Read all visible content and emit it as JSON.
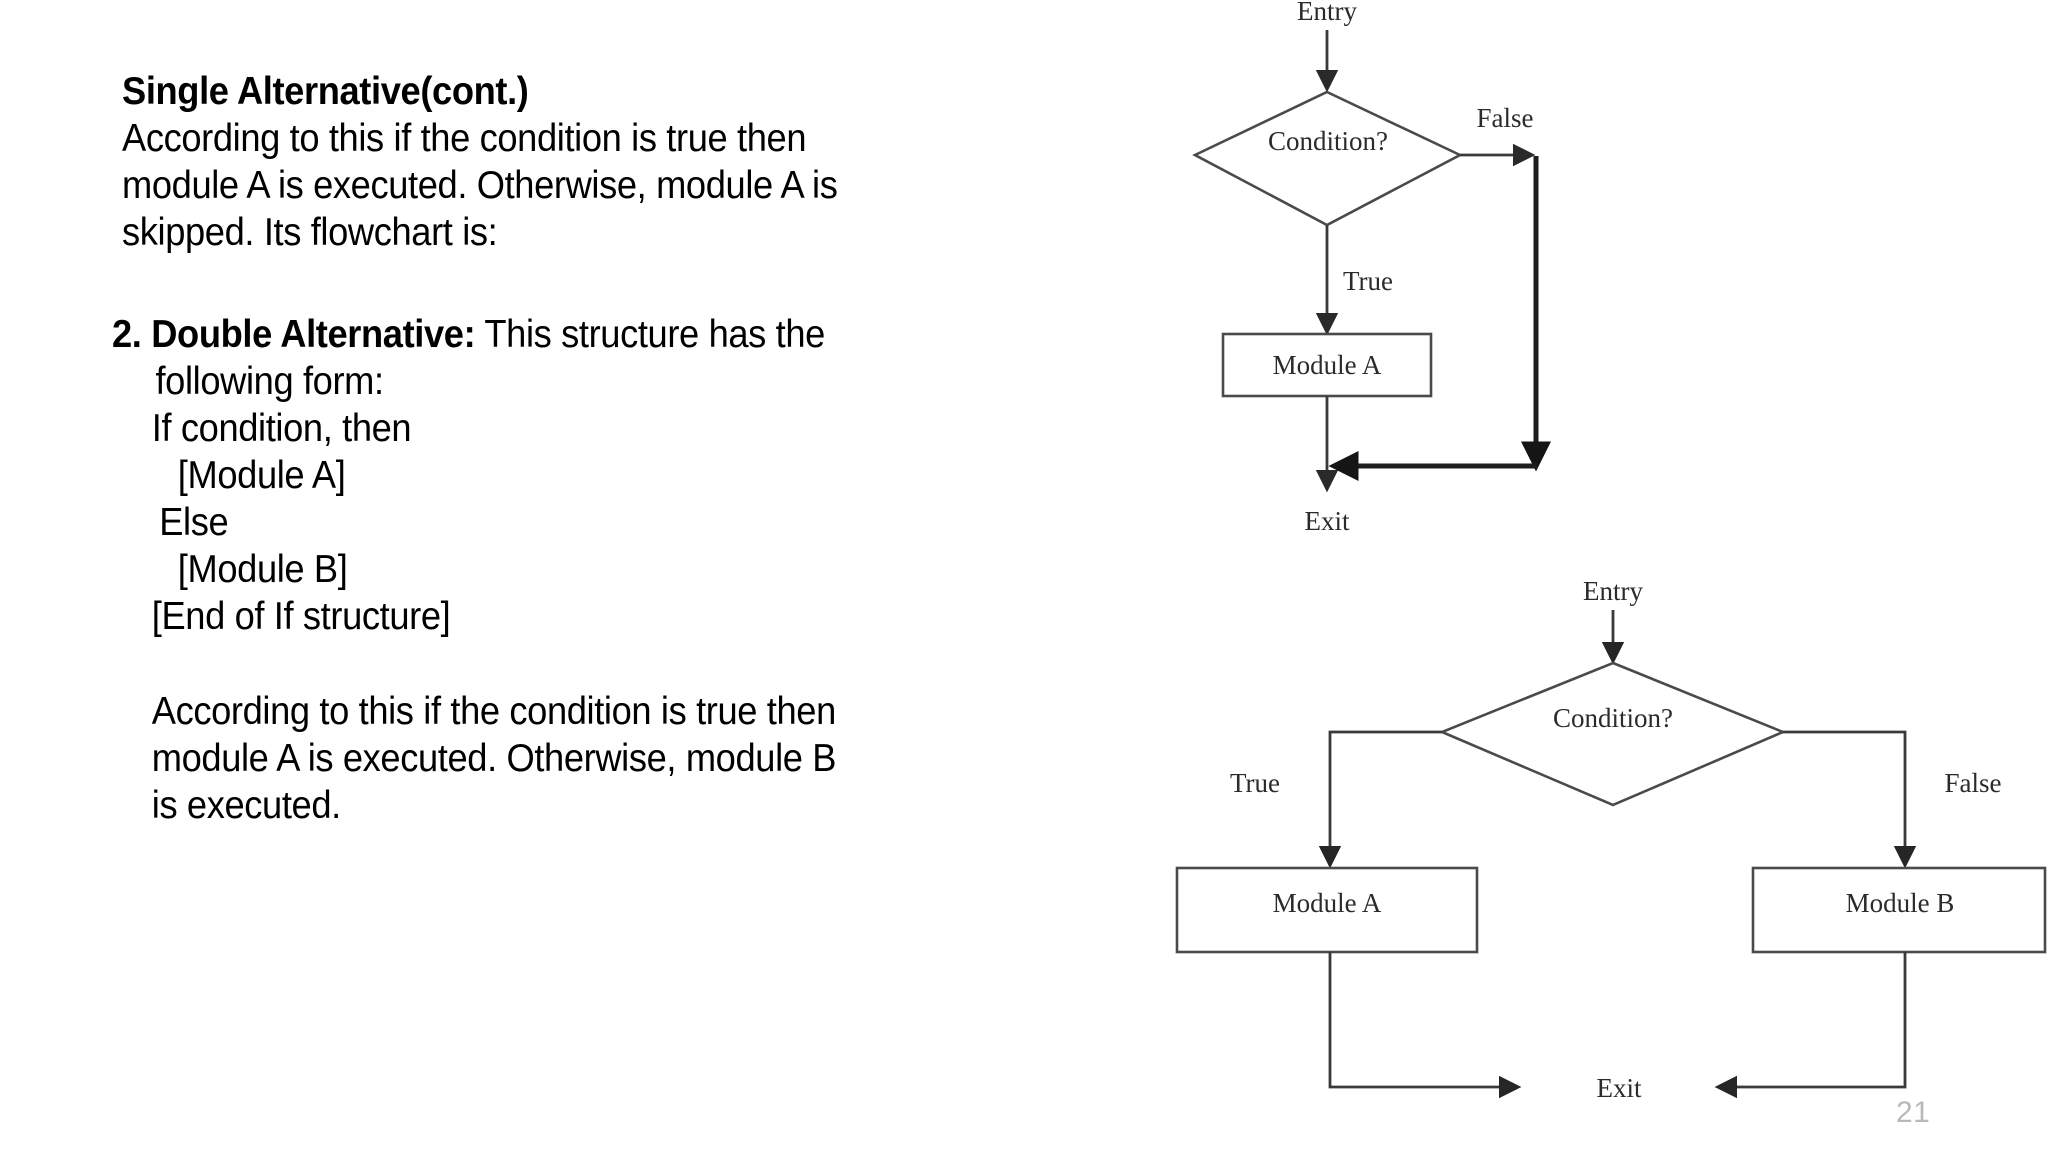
{
  "slide": {
    "page_number": "21",
    "body": [
      {
        "id": "heading-single-alternative",
        "text": "Single Alternative(cont.)",
        "bold": true,
        "indent": 0
      },
      {
        "id": "single-alt-line-1",
        "text": "According to this if the condition is true then",
        "bold": false,
        "indent": 0
      },
      {
        "id": "single-alt-line-2",
        "text": "module A is executed. Otherwise, module A is",
        "bold": false,
        "indent": 0
      },
      {
        "id": "single-alt-line-3",
        "text": "skipped. Its flowchart is:",
        "bold": false,
        "indent": 0
      },
      {
        "id": "double-alt-heading-number",
        "text": "2. Double Alternative:",
        "bold": true,
        "indent": 0
      },
      {
        "id": "double-alt-heading-rest",
        "text": " This structure has the",
        "bold": false,
        "indent": 0
      },
      {
        "id": "double-alt-line-2",
        "text": "following form:",
        "bold": false,
        "indent": 1
      },
      {
        "id": "pseudo-if",
        "text": "If condition, then",
        "bold": false,
        "indent": 1
      },
      {
        "id": "pseudo-module-a",
        "text": "[Module A]",
        "bold": false,
        "indent": 2
      },
      {
        "id": "pseudo-else",
        "text": "Else",
        "bold": false,
        "indent": 1
      },
      {
        "id": "pseudo-module-b",
        "text": "[Module B]",
        "bold": false,
        "indent": 2
      },
      {
        "id": "pseudo-end-if",
        "text": "[End of If structure]",
        "bold": false,
        "indent": 1
      },
      {
        "id": "double-alt-desc-1",
        "text": "According to this if the condition is true then",
        "bold": false,
        "indent": 1
      },
      {
        "id": "double-alt-desc-2",
        "text": "module A is executed. Otherwise, module B",
        "bold": false,
        "indent": 1
      },
      {
        "id": "double-alt-desc-3",
        "text": "is executed.",
        "bold": false,
        "indent": 1
      }
    ],
    "text_lines": {
      "heading_single": "Single Alternative(cont.)",
      "single_1": "According to this if the condition is true then",
      "single_2": "module A is executed. Otherwise, module A is",
      "single_3": "skipped. Its flowchart is:",
      "double_head_num": "2. Double Alternative:",
      "double_head_rest": " This structure has the",
      "double_2": "following form:",
      "pseudo_if": "If condition, then",
      "pseudo_a": "[Module A]",
      "pseudo_else": "Else",
      "pseudo_b": "[Module B]",
      "pseudo_end": "[End of If structure]",
      "desc_1": "According to this if the condition is true then",
      "desc_2": "module A is executed. Otherwise, module B",
      "desc_3": "is executed."
    }
  },
  "flowchart_single": {
    "title": "single-alternative-flowchart",
    "entry_label": "Entry",
    "decision_label": "Condition?",
    "false_label": "False",
    "true_label": "True",
    "process_label": "Module A",
    "exit_label": "Exit"
  },
  "flowchart_double": {
    "title": "double-alternative-flowchart",
    "entry_label": "Entry",
    "decision_label": "Condition?",
    "true_label": "True",
    "false_label": "False",
    "process_a_label": "Module A",
    "process_b_label": "Module B",
    "exit_label": "Exit"
  },
  "colors": {
    "background": "#ffffff",
    "text": "#000000",
    "diagram_stroke": "#3a3a3a",
    "diagram_stroke_bold": "#1e1e1e",
    "page_number": "#b9b9bd"
  }
}
